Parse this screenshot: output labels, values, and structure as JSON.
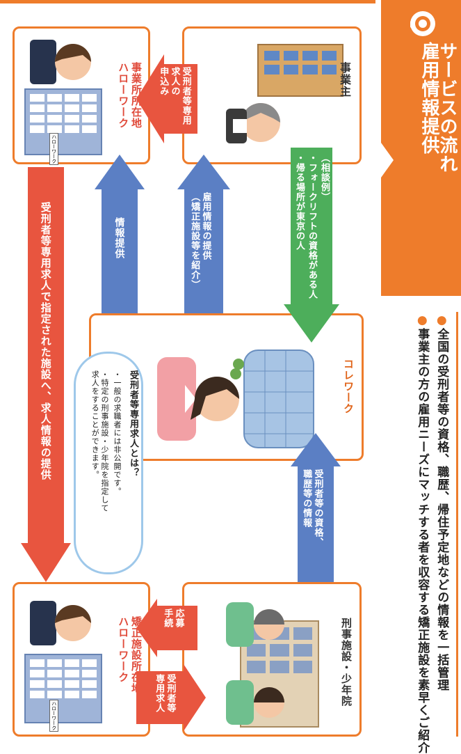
{
  "title": {
    "line1": "雇用情報提供",
    "line2": "サービスの流れ"
  },
  "summary": {
    "line1": "全国の受刑者等の資格、職歴、帰住予定地などの情報を一括管理",
    "line2": "事業主の方の雇用ニーズにマッチする者を収容する矯正施設を素早くご紹介"
  },
  "nodes": {
    "employer": "事業主",
    "hw_business": "事業所所在地\nハローワーク",
    "corrework": "コレワーク",
    "prison": "刑事施設・少年院",
    "hw_facility": "矯正施設所在地\nハローワーク",
    "hw_sign": "ハローワーク"
  },
  "arrows": {
    "apply": "受刑者等専用\n求人の\n申込み",
    "consult_head": "（相談例）",
    "consult_1": "・フォークリフトの資格がある人",
    "consult_2": "・帰る場所が東京の人",
    "employment_info": "雇用情報の提供\n（矯正施設等を紹介）",
    "info_provide": "情報提供",
    "inmate_info": "受刑者等の資格、\n職歴等の情報",
    "designated": "受刑者等専用求人で指定された施設へ、求人情報の提供",
    "application_procedure": "応募\n手続",
    "special_job": "受刑者等\n専用求人"
  },
  "callout": {
    "heading": "受刑者等専用求人とは？",
    "item1": "・一般の求職者には非公開です。",
    "item2": "・特定の刑事施設・少年院を指定して\n求人をすることができます。"
  },
  "colors": {
    "orange": "#ee7c2b",
    "red": "#e8553f",
    "blue": "#5b7fc4",
    "green": "#4dae5b",
    "callout_border": "#9ec8ea"
  }
}
